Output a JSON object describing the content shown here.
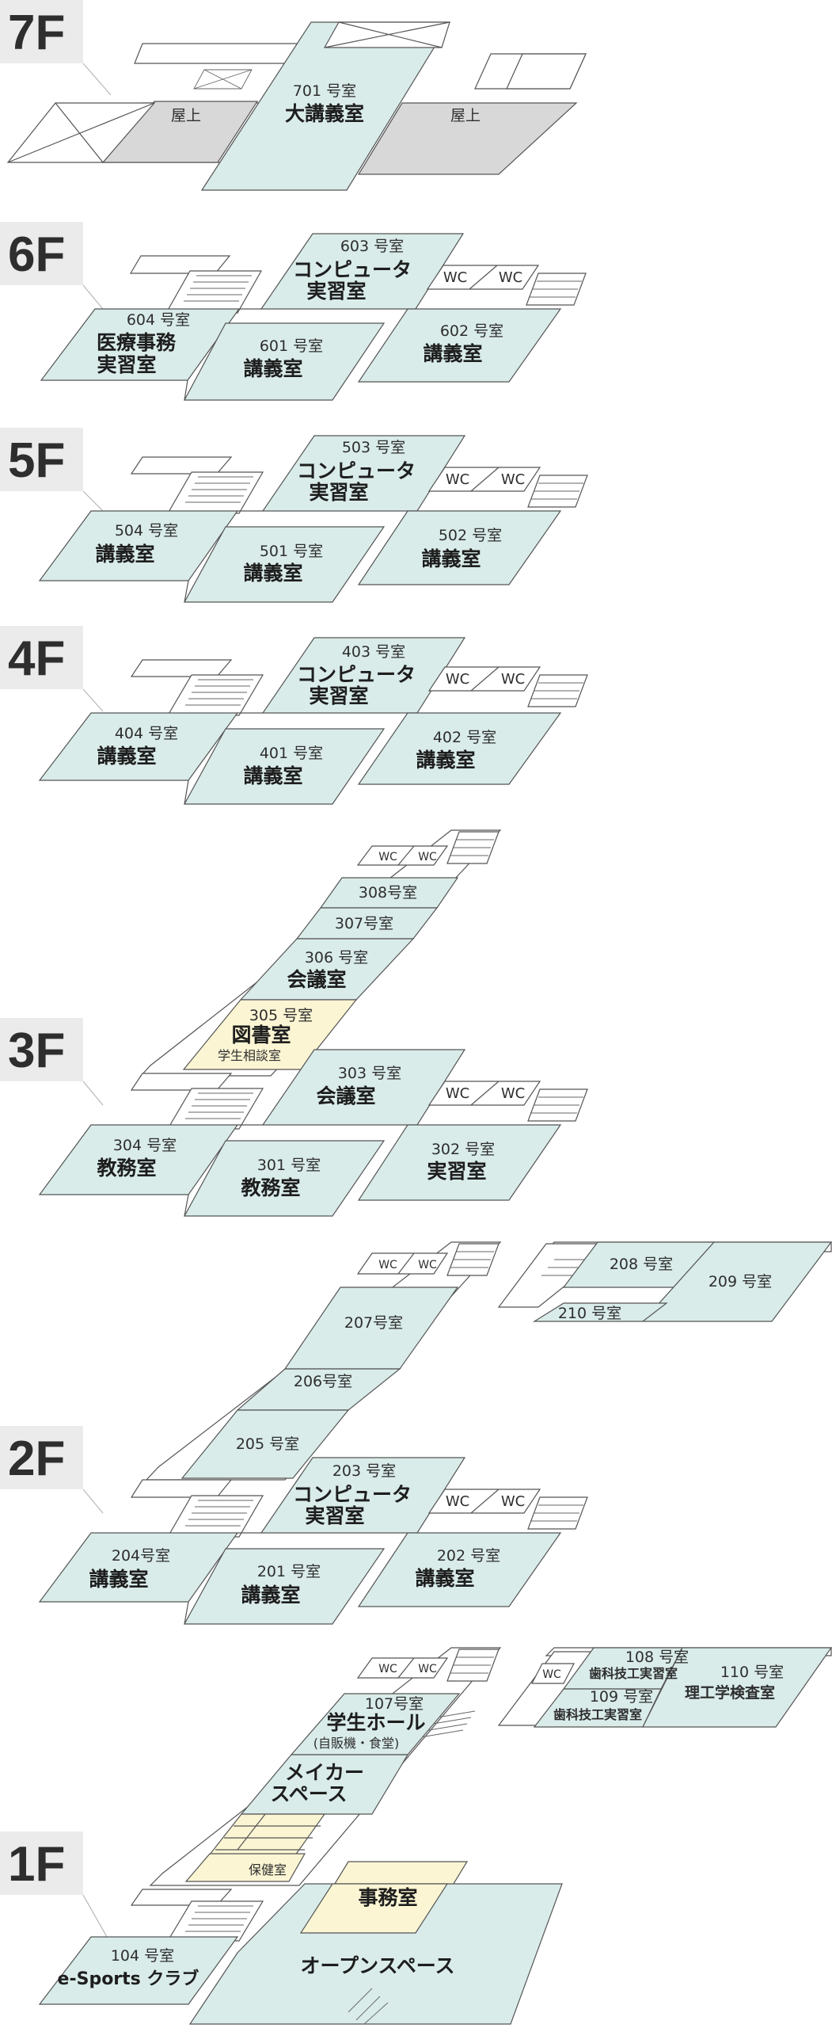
{
  "floors": {
    "f7": {
      "label": "7F",
      "rooms": {
        "r701": {
          "number": "701 号室",
          "name": "大講義室"
        }
      },
      "roof_left": "屋上",
      "roof_right": "屋上"
    },
    "f6": {
      "label": "6F",
      "rooms": {
        "r603": {
          "number": "603 号室",
          "name_1": "コンピュータ",
          "name_2": "実習室"
        },
        "r604": {
          "number": "604 号室",
          "name_1": "医療事務",
          "name_2": "実習室"
        },
        "r601": {
          "number": "601 号室",
          "name": "講義室"
        },
        "r602": {
          "number": "602 号室",
          "name": "講義室"
        }
      },
      "wc_1": "WC",
      "wc_2": "WC"
    },
    "f5": {
      "label": "5F",
      "rooms": {
        "r503": {
          "number": "503 号室",
          "name_1": "コンピュータ",
          "name_2": "実習室"
        },
        "r504": {
          "number": "504 号室",
          "name": "講義室"
        },
        "r501": {
          "number": "501 号室",
          "name": "講義室"
        },
        "r502": {
          "number": "502 号室",
          "name": "講義室"
        }
      },
      "wc_1": "WC",
      "wc_2": "WC"
    },
    "f4": {
      "label": "4F",
      "rooms": {
        "r403": {
          "number": "403 号室",
          "name_1": "コンピュータ",
          "name_2": "実習室"
        },
        "r404": {
          "number": "404 号室",
          "name": "講義室"
        },
        "r401": {
          "number": "401 号室",
          "name": "講義室"
        },
        "r402": {
          "number": "402 号室",
          "name": "講義室"
        }
      },
      "wc_1": "WC",
      "wc_2": "WC"
    },
    "f3": {
      "label": "3F",
      "rooms": {
        "r308": {
          "number": "308号室"
        },
        "r307": {
          "number": "307号室"
        },
        "r306": {
          "number": "306 号室",
          "name": "会議室"
        },
        "r305": {
          "number": "305 号室",
          "name": "図書室",
          "sub": "学生相談室"
        },
        "r303": {
          "number": "303 号室",
          "name": "会議室"
        },
        "r304": {
          "number": "304 号室",
          "name": "教務室"
        },
        "r301": {
          "number": "301 号室",
          "name": "教務室"
        },
        "r302": {
          "number": "302 号室",
          "name": "実習室"
        }
      },
      "wc_top_1": "WC",
      "wc_top_2": "WC",
      "wc_1": "WC",
      "wc_2": "WC"
    },
    "f2": {
      "label": "2F",
      "rooms": {
        "r208": {
          "number": "208 号室"
        },
        "r209": {
          "number": "209 号室"
        },
        "r210": {
          "number": "210 号室"
        },
        "r207": {
          "number": "207号室"
        },
        "r206": {
          "number": "206号室"
        },
        "r205": {
          "number": "205 号室"
        },
        "r203": {
          "number": "203 号室",
          "name_1": "コンピュータ",
          "name_2": "実習室"
        },
        "r204": {
          "number": "204号室",
          "name": "講義室"
        },
        "r201": {
          "number": "201 号室",
          "name": "講義室"
        },
        "r202": {
          "number": "202 号室",
          "name": "講義室"
        }
      },
      "wc_top_1": "WC",
      "wc_top_2": "WC",
      "wc_1": "WC",
      "wc_2": "WC"
    },
    "f1": {
      "label": "1F",
      "rooms": {
        "r107": {
          "number": "107号室",
          "name": "学生ホール",
          "sub": "(自販機・食堂)"
        },
        "maker": {
          "name_1": "メイカー",
          "name_2": "スペース"
        },
        "health": {
          "name": "保健室"
        },
        "office": {
          "name": "事務室"
        },
        "r104": {
          "number": "104 号室",
          "name": "e-Sports クラブ"
        },
        "open": {
          "name": "オープンスペース"
        },
        "r108": {
          "number": "108 号室",
          "name": "歯科技工実習室"
        },
        "r109": {
          "number": "109 号室",
          "name": "歯科技工実習室"
        },
        "r110": {
          "number": "110 号室",
          "name": "理工学検査室"
        }
      },
      "wc_top_1": "WC",
      "wc_top_2": "WC",
      "wc_annex": "WC"
    }
  },
  "colors": {
    "room": "#d9ecea",
    "special_room": "#fbf5d3",
    "roof": "#d8d8d8",
    "floor_tag": "#ebebeb"
  }
}
